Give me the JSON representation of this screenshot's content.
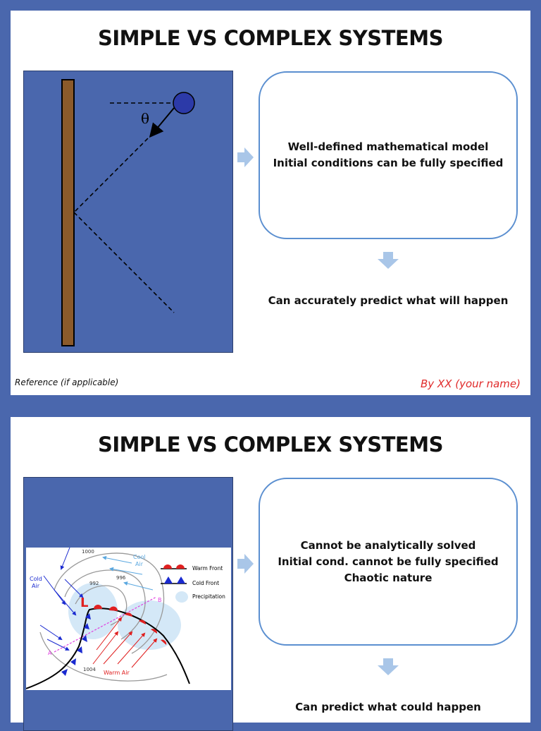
{
  "slides": [
    {
      "title": "SIMPLE VS COMPLEX SYSTEMS",
      "box_lines": [
        "Well-defined mathematical model",
        "Initial conditions can be fully specified"
      ],
      "conclusion": "Can accurately predict what will happen",
      "reference": "Reference (if applicable)",
      "author": "By XX (your name)",
      "diagram": {
        "angle_label": "θ"
      }
    },
    {
      "title": "SIMPLE VS COMPLEX SYSTEMS",
      "box_lines": [
        "Cannot be analytically solved",
        "Initial cond. cannot be fully specified",
        "Chaotic nature"
      ],
      "conclusion": "Can predict what could happen",
      "weather_map": {
        "isobars": [
          "1000",
          "992",
          "996",
          "1004"
        ],
        "labels": {
          "cool_air": "Cool\nAir",
          "cold_air": "Cold\nAir",
          "warm_air": "Warm Air",
          "low": "L",
          "point_a": "A",
          "point_b": "B"
        },
        "legend": [
          "Warm Front",
          "Cold Front",
          "Precipitation"
        ]
      }
    }
  ],
  "colors": {
    "background": "#4a67ad",
    "panel": "#4a67ad",
    "box_border": "#5b8fd0",
    "arrow": "#a9c6e8",
    "author": "#e02a2a",
    "wall": "#8b5a2b",
    "ball": "#2c3aa8",
    "warm_front": "#e02020",
    "cold_front": "#1a2ad0"
  }
}
